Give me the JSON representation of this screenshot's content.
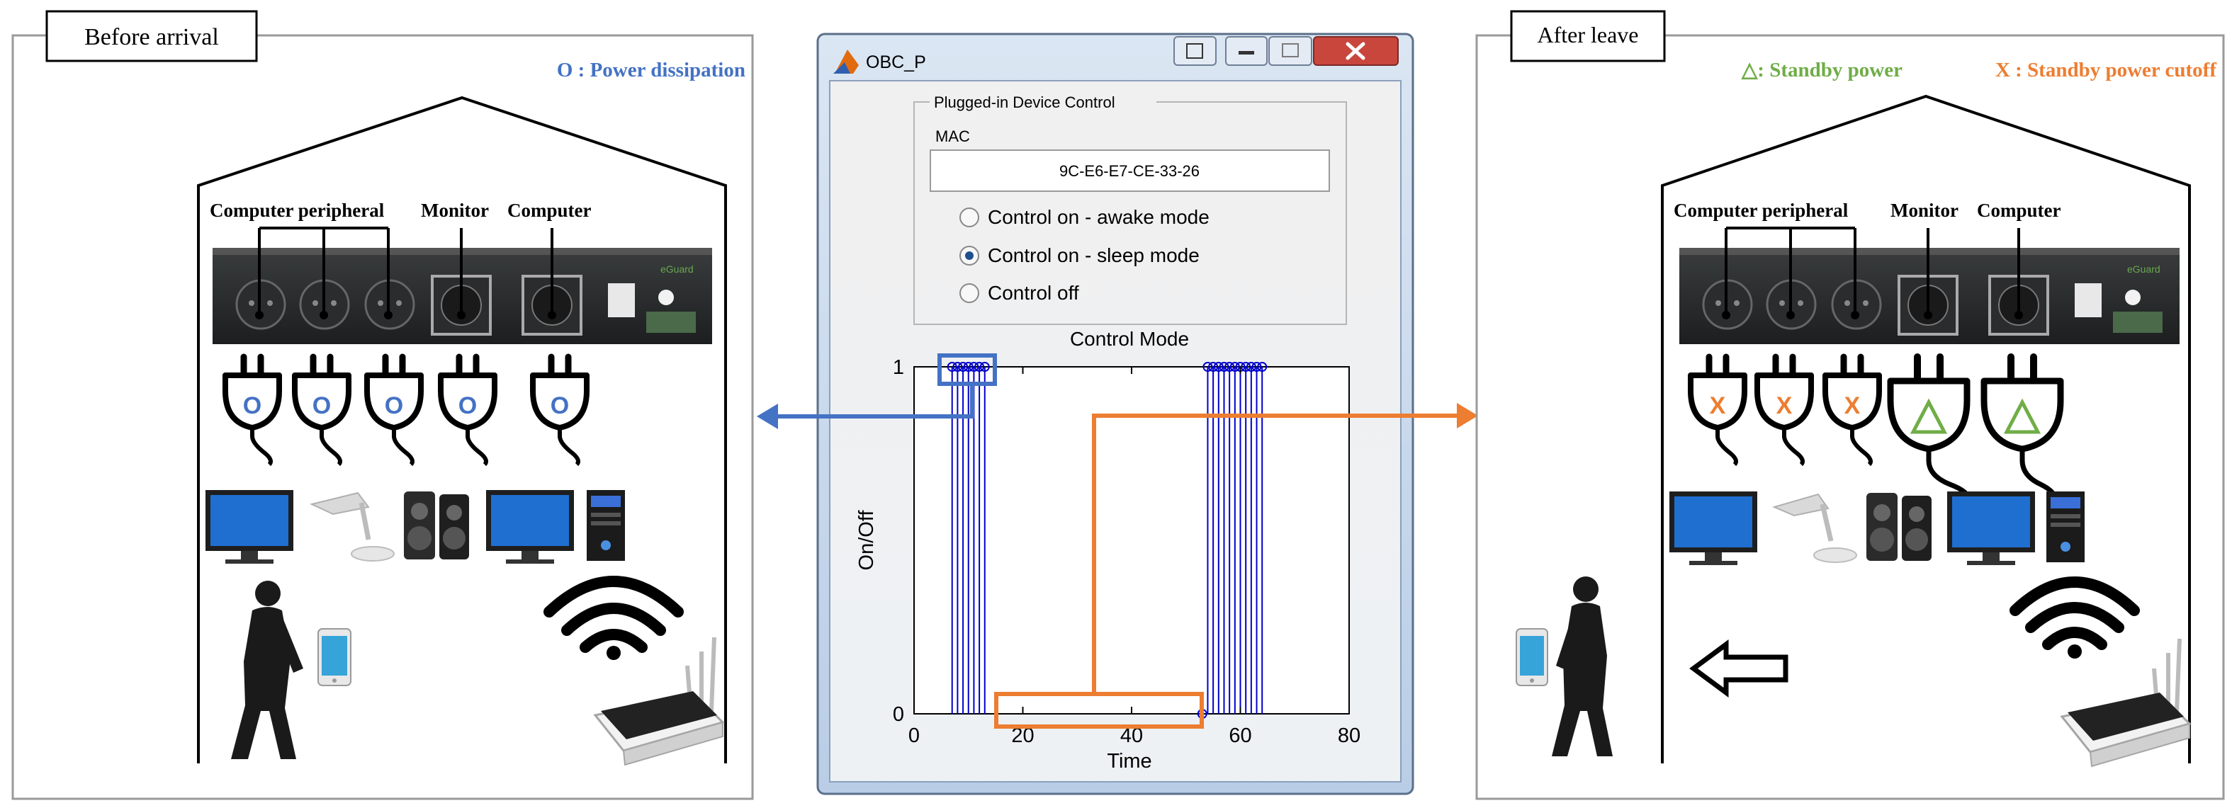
{
  "left_panel": {
    "title": "Before arrival",
    "legend": "O : Power dissipation",
    "labels": {
      "peripheral": "Computer peripheral",
      "monitor": "Monitor",
      "computer": "Computer"
    },
    "plug_mark": "O"
  },
  "right_panel": {
    "title": "After leave",
    "legend_standby": "△: Standby power",
    "legend_cutoff": "X : Standby power cutoff",
    "labels": {
      "peripheral": "Computer peripheral",
      "monitor": "Monitor",
      "computer": "Computer"
    },
    "plug_mark": "X"
  },
  "window": {
    "title": "OBC_P",
    "group_title": "Plugged-in Device Control",
    "mac_label": "MAC",
    "mac_value": "9C-E6-E7-CE-33-26",
    "radios": [
      {
        "label": "Control on - awake mode",
        "selected": false
      },
      {
        "label": "Control on - sleep mode",
        "selected": true
      },
      {
        "label": "Control off",
        "selected": false
      }
    ]
  },
  "chart_data": {
    "type": "line",
    "title": "Control Mode",
    "xlabel": "Time",
    "ylabel": "On/Off",
    "xlim": [
      0,
      80
    ],
    "ylim": [
      0,
      1
    ],
    "xticks": [
      "0",
      "20",
      "40",
      "60",
      "80"
    ],
    "yticks": [
      "0",
      "1"
    ],
    "grid": false,
    "pulses_x": [
      7,
      8,
      9,
      10,
      11,
      12,
      13,
      54,
      55,
      56,
      57,
      58,
      59,
      60,
      61,
      62,
      63,
      64
    ]
  },
  "colors": {
    "blue_mark": "#4472c4",
    "orange_mark": "#ed7d31",
    "green_mark": "#70ad47",
    "plot_line": "#0000cc",
    "window_bg": "#f0f0f0",
    "close_red": "#c9463d"
  }
}
